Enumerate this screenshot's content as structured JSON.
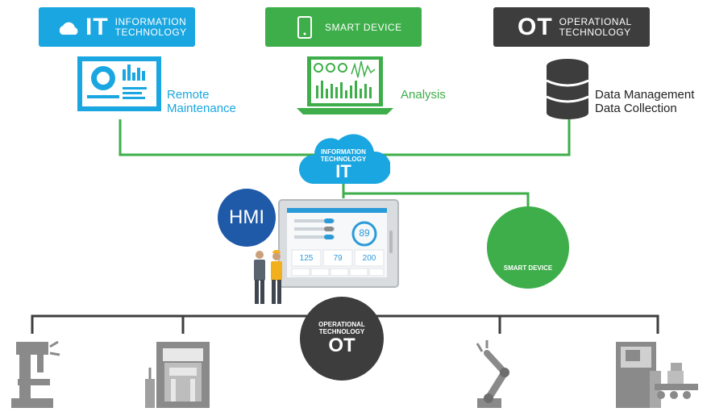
{
  "header_it": {
    "big": "IT",
    "line1": "INFORMATION",
    "line2": "TECHNOLOGY",
    "color": "#1aa6e0"
  },
  "header_smart": {
    "label": "SMART DEVICE",
    "color": "#3dae49"
  },
  "header_ot": {
    "big": "OT",
    "line1": "OPERATIONAL",
    "line2": "TECHNOLOGY",
    "color": "#3d3d3d"
  },
  "it_label": {
    "line1": "Remote",
    "line2": "Maintenance"
  },
  "smart_label": "Analysis",
  "ot_label": {
    "line1": "Data Management",
    "line2": "Data Collection"
  },
  "cloud": {
    "line1": "INFORMATION",
    "line2": "TECHNOLOGY",
    "big": "IT"
  },
  "hmi": "HMI",
  "smart_device_circle": "SMART DEVICE",
  "ot_circle": {
    "line1": "OPERATIONAL",
    "line2": "TECHNOLOGY",
    "big": "OT"
  },
  "panel": {
    "gauge": "89",
    "v1": "125",
    "v2": "79",
    "v3": "200"
  },
  "colors": {
    "blue": "#1aa6e0",
    "green": "#3dae49",
    "dark": "#3d3d3d",
    "navy": "#1f5aa8",
    "gray": "#8a8a8a"
  },
  "icons": [
    "cloud-icon",
    "phone-icon",
    "dashboard-monitor-icon",
    "laptop-chart-icon",
    "database-icon",
    "milling-machine-icon",
    "press-machine-icon",
    "robot-arm-icon",
    "cnc-machine-icon"
  ]
}
